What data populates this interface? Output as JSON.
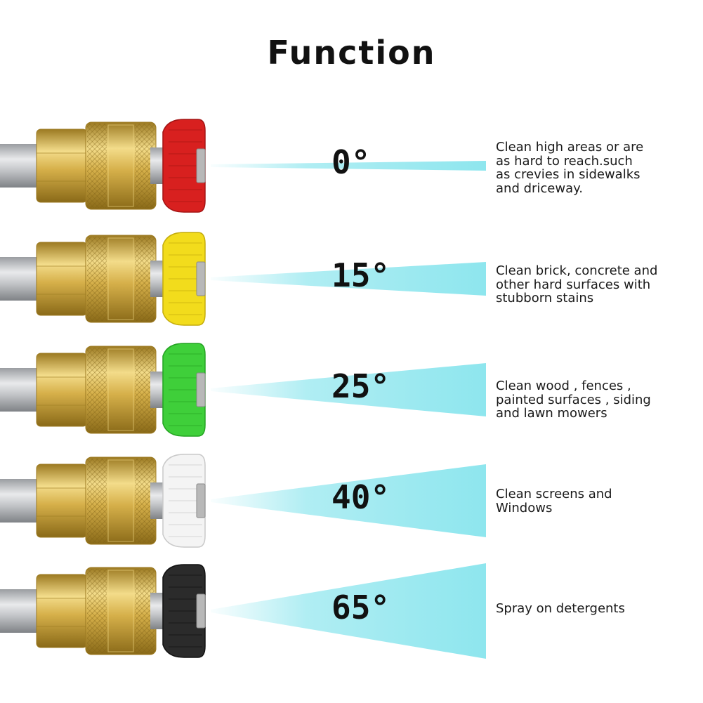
{
  "title": "Function",
  "nozzles": [
    {
      "angle": "0°",
      "tip_color": "#d8201f",
      "tip_shade": "#a31414",
      "description": "Clean high areas or are\nas hard to reach.such\nas crevies in sidewalks\nand driceway."
    },
    {
      "angle": "15°",
      "tip_color": "#f2dc1c",
      "tip_shade": "#c4ac0c",
      "description": "Clean brick, concrete and\nother hard surfaces with\nstubborn stains"
    },
    {
      "angle": "25°",
      "tip_color": "#3fcf3a",
      "tip_shade": "#24a322",
      "description": "Clean wood , fences ,\npainted surfaces , siding\nand lawn mowers"
    },
    {
      "angle": "40°",
      "tip_color": "#f4f4f4",
      "tip_shade": "#c9c9c9",
      "description": "Clean screens and\nWindows"
    },
    {
      "angle": "65°",
      "tip_color": "#2b2b2b",
      "tip_shade": "#111111",
      "description": "Spray on detergents"
    }
  ],
  "colors": {
    "spray": "#8ee6ee",
    "brass": "#d6b04a",
    "brass_dark": "#9c7a22",
    "brass_light": "#f3dc8a",
    "steel": "#c7c9cc",
    "steel_dark": "#8d9094"
  }
}
